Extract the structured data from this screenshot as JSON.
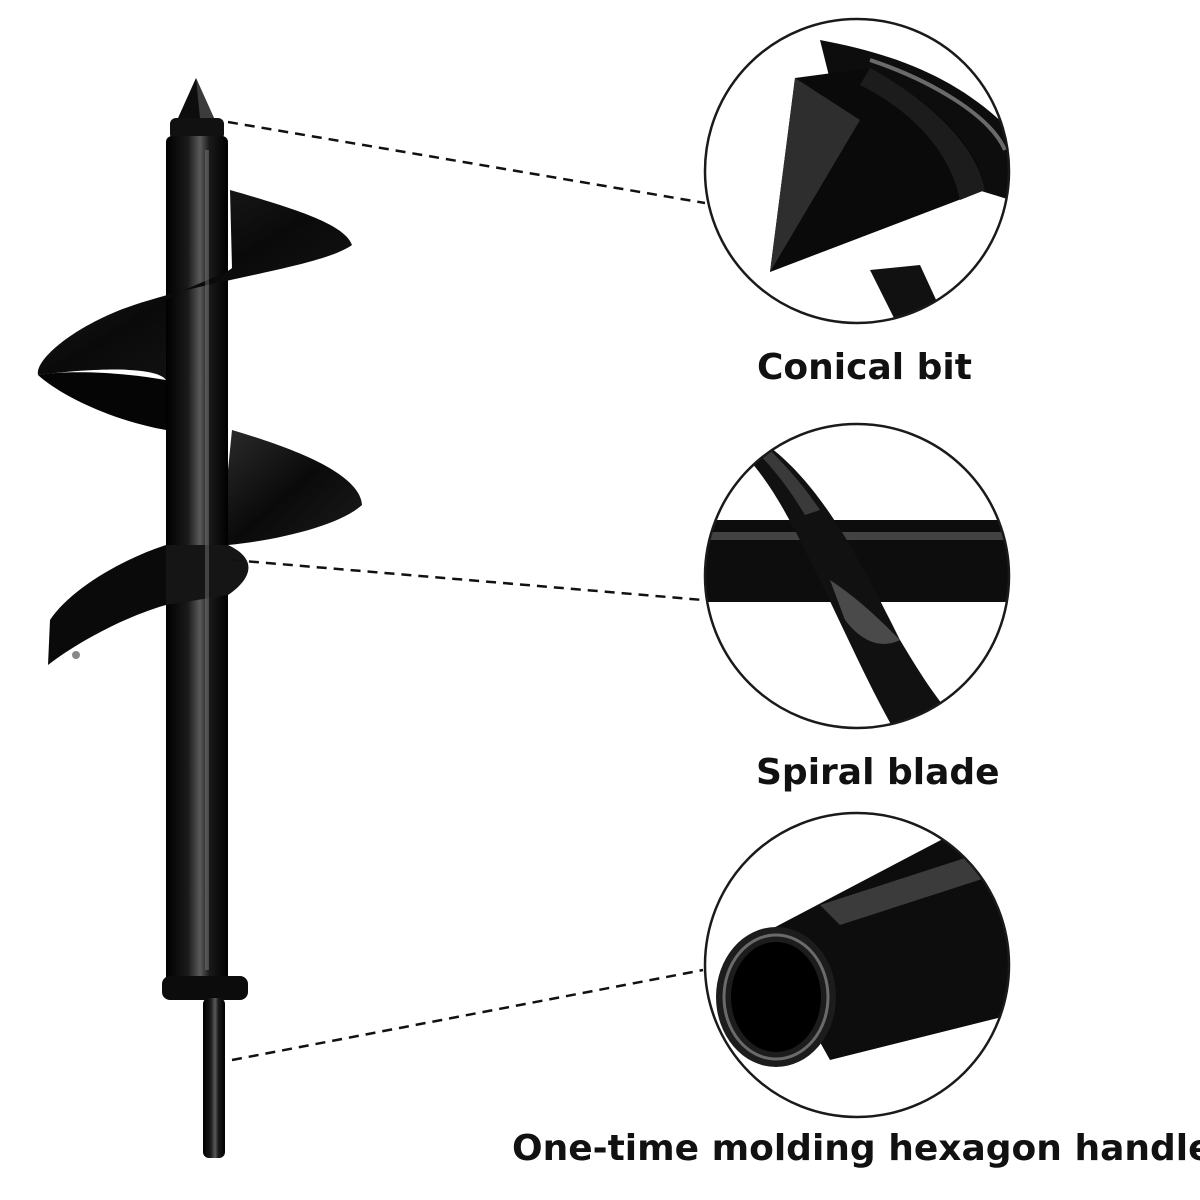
{
  "callouts": [
    {
      "id": "conical",
      "label": "Conical bit"
    },
    {
      "id": "spiral",
      "label": "Spiral blade"
    },
    {
      "id": "handle",
      "label": "One-time molding hexagon handle"
    }
  ],
  "colors": {
    "background": "#ffffff",
    "metal": "#0b0b0b",
    "metal_highlight": "#4a4a4a",
    "circle_border": "#1a1a1a",
    "leader_line": "#111111"
  }
}
